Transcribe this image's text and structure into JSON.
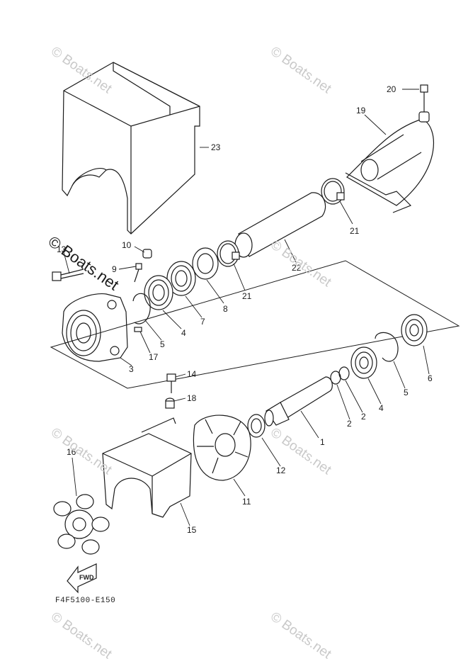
{
  "diagram": {
    "callouts": [
      {
        "id": "1",
        "label": "1"
      },
      {
        "id": "2a",
        "label": "2"
      },
      {
        "id": "2b",
        "label": "2"
      },
      {
        "id": "3",
        "label": "3"
      },
      {
        "id": "4a",
        "label": "4"
      },
      {
        "id": "4b",
        "label": "4"
      },
      {
        "id": "5a",
        "label": "5"
      },
      {
        "id": "5b",
        "label": "5"
      },
      {
        "id": "6",
        "label": "6"
      },
      {
        "id": "7",
        "label": "7"
      },
      {
        "id": "8",
        "label": "8"
      },
      {
        "id": "9",
        "label": "9"
      },
      {
        "id": "10",
        "label": "10"
      },
      {
        "id": "11",
        "label": "11"
      },
      {
        "id": "12",
        "label": "12"
      },
      {
        "id": "13",
        "label": "13"
      },
      {
        "id": "14",
        "label": "14"
      },
      {
        "id": "15",
        "label": "15"
      },
      {
        "id": "16",
        "label": "16"
      },
      {
        "id": "17",
        "label": "17"
      },
      {
        "id": "18",
        "label": "18"
      },
      {
        "id": "19",
        "label": "19"
      },
      {
        "id": "20",
        "label": "20"
      },
      {
        "id": "21a",
        "label": "21"
      },
      {
        "id": "21b",
        "label": "21"
      },
      {
        "id": "22",
        "label": "22"
      },
      {
        "id": "23",
        "label": "23"
      }
    ],
    "fwd_label": "FWD",
    "drawing_code": "F4F5100-E150"
  },
  "watermark": {
    "text": "© Boats.net"
  },
  "colors": {
    "line": "#1a1a1a",
    "watermark": "#c9c9c9",
    "background": "#ffffff"
  }
}
